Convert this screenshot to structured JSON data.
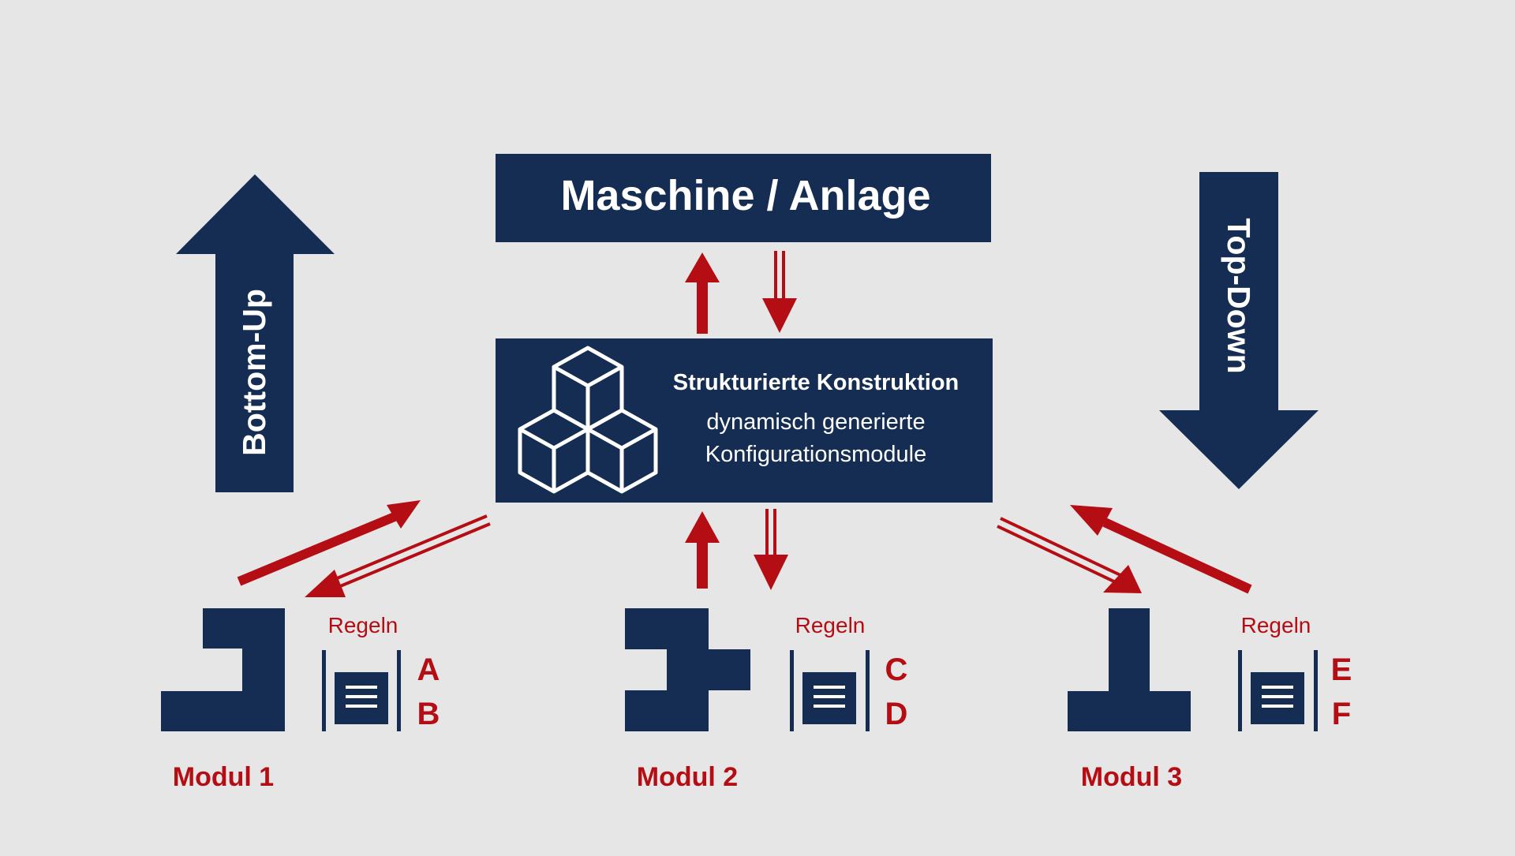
{
  "colors": {
    "background": "#e6e6e6",
    "navy": "#152d52",
    "red": "#b50d14",
    "white": "#ffffff"
  },
  "top_box": {
    "title": "Maschine / Anlage"
  },
  "center_box": {
    "title": "Strukturierte Konstruktion",
    "line1": "dynamisch generierte",
    "line2": "Konfigurationsmodule",
    "icon": "stacked-cubes-icon"
  },
  "side_arrows": {
    "left_label": "Bottom-Up",
    "right_label": "Top-Down"
  },
  "modules": [
    {
      "name": "Modul 1",
      "rules_label": "Regeln",
      "letter1": "A",
      "letter2": "B",
      "shape_icon": "l-shape-icon",
      "rules_icon": "document-icon"
    },
    {
      "name": "Modul 2",
      "rules_label": "Regeln",
      "letter1": "C",
      "letter2": "D",
      "shape_icon": "plus-shape-icon",
      "rules_icon": "document-icon"
    },
    {
      "name": "Modul 3",
      "rules_label": "Regeln",
      "letter1": "E",
      "letter2": "F",
      "shape_icon": "t-shape-icon",
      "rules_icon": "document-icon"
    }
  ]
}
